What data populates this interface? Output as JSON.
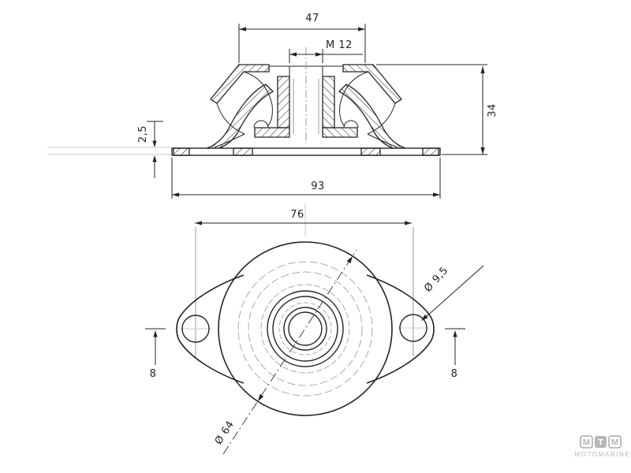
{
  "side_view": {
    "dims": {
      "top_width": "47",
      "thread": "M 12",
      "height": "34",
      "plate_thickness": "2,5",
      "base_width": "93"
    }
  },
  "plan_view": {
    "dims": {
      "hole_spacing": "76",
      "hole_diameter": "Ø 9,5",
      "body_diameter": "Ø 64",
      "left_height": "8",
      "right_height": "8"
    }
  },
  "logo": {
    "box1": "M",
    "box2": "T",
    "box3": "M",
    "subtitle": "MOTOMARINE"
  },
  "colors": {
    "line": "#242424",
    "faint": "#c9c9c9",
    "logo_gray": "#b6b6b6",
    "background": "#ffffff"
  }
}
